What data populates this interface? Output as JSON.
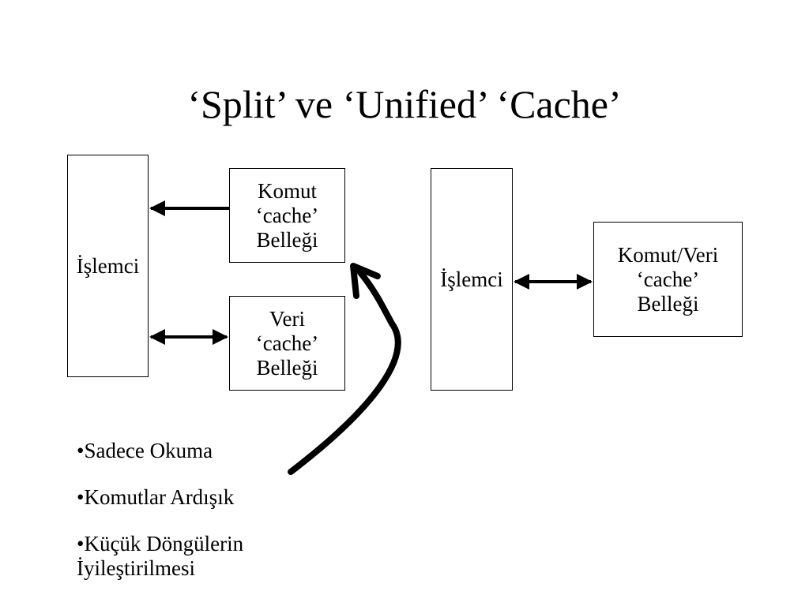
{
  "slide": {
    "title": "‘Split’ ve ‘Unified’ ‘Cache’"
  },
  "split": {
    "processor_label": "İşlemci",
    "instruction_cache": [
      "Komut",
      "‘cache’",
      "Belleği"
    ],
    "data_cache": [
      "Veri",
      "‘cache’",
      "Belleği"
    ]
  },
  "unified": {
    "processor_label": "İşlemci",
    "cache": [
      "Komut/Veri",
      "‘cache’",
      "Belleği"
    ]
  },
  "bullets": [
    "•Sadece Okuma",
    "•Komutlar Ardışık",
    "•Küçük Döngülerin İyileştirilmesi"
  ]
}
